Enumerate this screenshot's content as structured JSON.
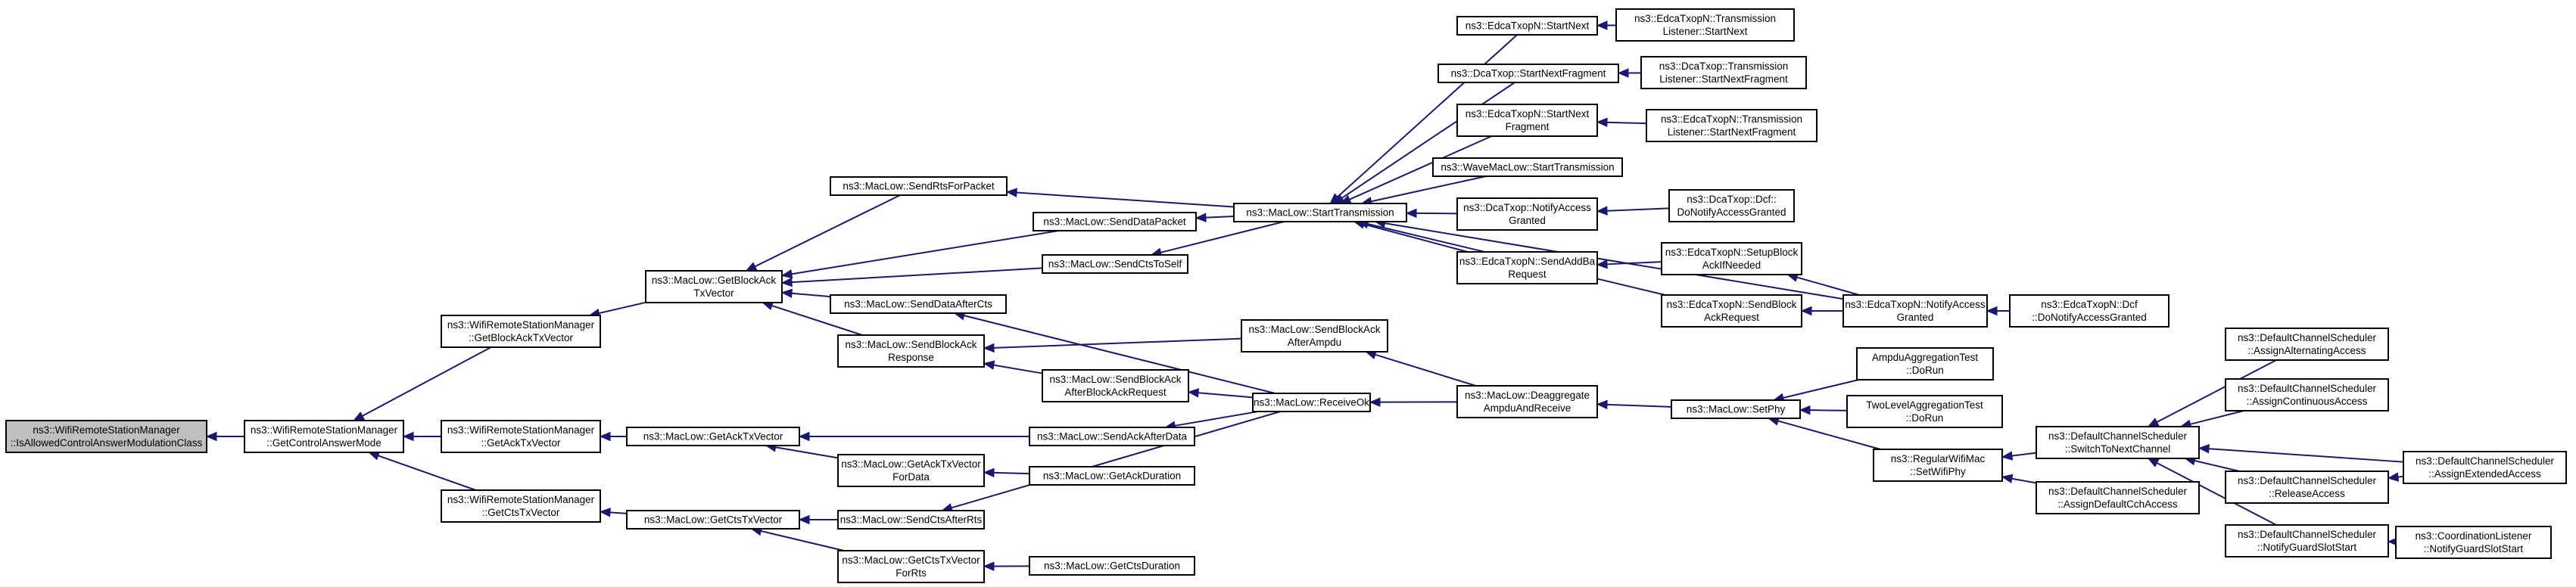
{
  "graph": {
    "nodes": [
      {
        "id": "root",
        "lines": [
          "ns3::WifiRemoteStationManager",
          "::IsAllowedControlAnswerModulationClass"
        ],
        "root": true
      },
      {
        "id": "getControlAnswerMode",
        "lines": [
          "ns3::WifiRemoteStationManager",
          "::GetControlAnswerMode"
        ]
      },
      {
        "id": "wrsmGetBlockAckTxVector",
        "lines": [
          "ns3::WifiRemoteStationManager",
          "::GetBlockAckTxVector"
        ]
      },
      {
        "id": "wrsmGetAckTxVector",
        "lines": [
          "ns3::WifiRemoteStationManager",
          "::GetAckTxVector"
        ]
      },
      {
        "id": "wrsmGetCtsTxVector",
        "lines": [
          "ns3::WifiRemoteStationManager",
          "::GetCtsTxVector"
        ]
      },
      {
        "id": "mlGetBlockAckTxVector",
        "lines": [
          "ns3::MacLow::GetBlockAck",
          "TxVector"
        ]
      },
      {
        "id": "mlGetAckTxVector",
        "lines": [
          "ns3::MacLow::GetAckTxVector"
        ]
      },
      {
        "id": "mlGetCtsTxVector",
        "lines": [
          "ns3::MacLow::GetCtsTxVector"
        ]
      },
      {
        "id": "sendRtsForPacket",
        "lines": [
          "ns3::MacLow::SendRtsForPacket"
        ]
      },
      {
        "id": "sendDataPacket",
        "lines": [
          "ns3::MacLow::SendDataPacket"
        ]
      },
      {
        "id": "sendCtsToSelf",
        "lines": [
          "ns3::MacLow::SendCtsToSelf"
        ]
      },
      {
        "id": "sendDataAfterCts",
        "lines": [
          "ns3::MacLow::SendDataAfterCts"
        ]
      },
      {
        "id": "sendBlockAckResponse",
        "lines": [
          "ns3::MacLow::SendBlockAck",
          "Response"
        ]
      },
      {
        "id": "sendBlockAckAfterBlockAckRequest",
        "lines": [
          "ns3::MacLow::SendBlockAck",
          "AfterBlockAckRequest"
        ]
      },
      {
        "id": "sendAckAfterData",
        "lines": [
          "ns3::MacLow::SendAckAfterData"
        ]
      },
      {
        "id": "getAckTxVectorForData",
        "lines": [
          "ns3::MacLow::GetAckTxVector",
          "ForData"
        ]
      },
      {
        "id": "getAckDuration",
        "lines": [
          "ns3::MacLow::GetAckDuration"
        ]
      },
      {
        "id": "sendCtsAfterRts",
        "lines": [
          "ns3::MacLow::SendCtsAfterRts"
        ]
      },
      {
        "id": "getCtsTxVectorForRts",
        "lines": [
          "ns3::MacLow::GetCtsTxVector",
          "ForRts"
        ]
      },
      {
        "id": "getCtsDuration",
        "lines": [
          "ns3::MacLow::GetCtsDuration"
        ]
      },
      {
        "id": "startTransmission",
        "lines": [
          "ns3::MacLow::StartTransmission"
        ]
      },
      {
        "id": "sendBlockAckAfterAmpdu",
        "lines": [
          "ns3::MacLow::SendBlockAck",
          "AfterAmpdu"
        ]
      },
      {
        "id": "receiveOk",
        "lines": [
          "ns3::MacLow::ReceiveOk"
        ]
      },
      {
        "id": "deaggregate",
        "lines": [
          "ns3::MacLow::Deaggregate",
          "AmpduAndReceive"
        ]
      },
      {
        "id": "edcaStartNext",
        "lines": [
          "ns3::EdcaTxopN::StartNext"
        ]
      },
      {
        "id": "dcaStartNextFragment",
        "lines": [
          "ns3::DcaTxop::StartNextFragment"
        ]
      },
      {
        "id": "edcaStartNextFragment",
        "lines": [
          "ns3::EdcaTxopN::StartNext",
          "Fragment"
        ]
      },
      {
        "id": "waveStartTransmission",
        "lines": [
          "ns3::WaveMacLow::StartTransmission"
        ]
      },
      {
        "id": "dcaNotifyAccessGranted",
        "lines": [
          "ns3::DcaTxop::NotifyAccess",
          "Granted"
        ]
      },
      {
        "id": "edcaSendAddBaRequest",
        "lines": [
          "ns3::EdcaTxopN::SendAddBa",
          "Request"
        ]
      },
      {
        "id": "edcaSetupBlockAck",
        "lines": [
          "ns3::EdcaTxopN::SetupBlock",
          "AckIfNeeded"
        ]
      },
      {
        "id": "edcaSendBlockAckRequest",
        "lines": [
          "ns3::EdcaTxopN::SendBlock",
          "AckRequest"
        ]
      },
      {
        "id": "edcaNotifyAccessGranted",
        "lines": [
          "ns3::EdcaTxopN::NotifyAccess",
          "Granted"
        ]
      },
      {
        "id": "edcaDcfDoNotify",
        "lines": [
          "ns3::EdcaTxopN::Dcf",
          "::DoNotifyAccessGranted"
        ]
      },
      {
        "id": "dcaDcfDoNotify",
        "lines": [
          "ns3::DcaTxop::Dcf::",
          "DoNotifyAccessGranted"
        ]
      },
      {
        "id": "edcaTLStartNext",
        "lines": [
          "ns3::EdcaTxopN::Transmission",
          "Listener::StartNext"
        ]
      },
      {
        "id": "dcaTLStartNextFragment",
        "lines": [
          "ns3::DcaTxop::Transmission",
          "Listener::StartNextFragment"
        ]
      },
      {
        "id": "edcaTLStartNextFragment",
        "lines": [
          "ns3::EdcaTxopN::Transmission",
          "Listener::StartNextFragment"
        ]
      },
      {
        "id": "setPhy",
        "lines": [
          "ns3::MacLow::SetPhy"
        ]
      },
      {
        "id": "ampduTest",
        "lines": [
          "AmpduAggregationTest",
          "::DoRun"
        ]
      },
      {
        "id": "twoLevelTest",
        "lines": [
          "TwoLevelAggregationTest",
          "::DoRun"
        ]
      },
      {
        "id": "regularSetWifiPhy",
        "lines": [
          "ns3::RegularWifiMac",
          "::SetWifiPhy"
        ]
      },
      {
        "id": "switchToNextChannel",
        "lines": [
          "ns3::DefaultChannelScheduler",
          "::SwitchToNextChannel"
        ]
      },
      {
        "id": "assignDefaultCch",
        "lines": [
          "ns3::DefaultChannelScheduler",
          "::AssignDefaultCchAccess"
        ]
      },
      {
        "id": "assignAlternating",
        "lines": [
          "ns3::DefaultChannelScheduler",
          "::AssignAlternatingAccess"
        ]
      },
      {
        "id": "assignContinuous",
        "lines": [
          "ns3::DefaultChannelScheduler",
          "::AssignContinuousAccess"
        ]
      },
      {
        "id": "releaseAccess",
        "lines": [
          "ns3::DefaultChannelScheduler",
          "::ReleaseAccess"
        ]
      },
      {
        "id": "notifyGuardSlotStart",
        "lines": [
          "ns3::DefaultChannelScheduler",
          "::NotifyGuardSlotStart"
        ]
      },
      {
        "id": "assignExtended",
        "lines": [
          "ns3::DefaultChannelScheduler",
          "::AssignExtendedAccess"
        ]
      },
      {
        "id": "coordNotifyGuard",
        "lines": [
          "ns3::CoordinationListener",
          "::NotifyGuardSlotStart"
        ]
      }
    ],
    "edges": [
      [
        "getControlAnswerMode",
        "root"
      ],
      [
        "wrsmGetBlockAckTxVector",
        "getControlAnswerMode"
      ],
      [
        "wrsmGetAckTxVector",
        "getControlAnswerMode"
      ],
      [
        "wrsmGetCtsTxVector",
        "getControlAnswerMode"
      ],
      [
        "mlGetBlockAckTxVector",
        "wrsmGetBlockAckTxVector"
      ],
      [
        "mlGetAckTxVector",
        "wrsmGetAckTxVector"
      ],
      [
        "mlGetCtsTxVector",
        "wrsmGetCtsTxVector"
      ],
      [
        "sendRtsForPacket",
        "mlGetBlockAckTxVector"
      ],
      [
        "sendDataPacket",
        "mlGetBlockAckTxVector"
      ],
      [
        "sendCtsToSelf",
        "mlGetBlockAckTxVector"
      ],
      [
        "sendDataAfterCts",
        "mlGetBlockAckTxVector"
      ],
      [
        "sendBlockAckResponse",
        "mlGetBlockAckTxVector"
      ],
      [
        "sendBlockAckAfterAmpdu",
        "sendBlockAckResponse"
      ],
      [
        "sendBlockAckAfterBlockAckRequest",
        "sendBlockAckResponse"
      ],
      [
        "sendAckAfterData",
        "mlGetAckTxVector"
      ],
      [
        "getAckTxVectorForData",
        "mlGetAckTxVector"
      ],
      [
        "getAckDuration",
        "getAckTxVectorForData"
      ],
      [
        "sendCtsAfterRts",
        "mlGetCtsTxVector"
      ],
      [
        "getCtsTxVectorForRts",
        "mlGetCtsTxVector"
      ],
      [
        "getCtsDuration",
        "getCtsTxVectorForRts"
      ],
      [
        "startTransmission",
        "sendRtsForPacket"
      ],
      [
        "startTransmission",
        "sendDataPacket"
      ],
      [
        "startTransmission",
        "sendCtsToSelf"
      ],
      [
        "receiveOk",
        "sendDataAfterCts"
      ],
      [
        "receiveOk",
        "sendBlockAckAfterBlockAckRequest"
      ],
      [
        "receiveOk",
        "sendAckAfterData"
      ],
      [
        "receiveOk",
        "sendCtsAfterRts"
      ],
      [
        "deaggregate",
        "sendBlockAckAfterAmpdu"
      ],
      [
        "deaggregate",
        "receiveOk"
      ],
      [
        "setPhy",
        "deaggregate"
      ],
      [
        "edcaStartNext",
        "startTransmission"
      ],
      [
        "dcaStartNextFragment",
        "startTransmission"
      ],
      [
        "edcaStartNextFragment",
        "startTransmission"
      ],
      [
        "waveStartTransmission",
        "startTransmission"
      ],
      [
        "dcaNotifyAccessGranted",
        "startTransmission"
      ],
      [
        "edcaSendAddBaRequest",
        "startTransmission"
      ],
      [
        "edcaSendBlockAckRequest",
        "startTransmission"
      ],
      [
        "edcaNotifyAccessGranted",
        "startTransmission"
      ],
      [
        "edcaTLStartNext",
        "edcaStartNext"
      ],
      [
        "dcaTLStartNextFragment",
        "dcaStartNextFragment"
      ],
      [
        "edcaTLStartNextFragment",
        "edcaStartNextFragment"
      ],
      [
        "dcaDcfDoNotify",
        "dcaNotifyAccessGranted"
      ],
      [
        "edcaSetupBlockAck",
        "edcaSendAddBaRequest"
      ],
      [
        "edcaNotifyAccessGranted",
        "edcaSetupBlockAck"
      ],
      [
        "edcaNotifyAccessGranted",
        "edcaSendBlockAckRequest"
      ],
      [
        "edcaDcfDoNotify",
        "edcaNotifyAccessGranted"
      ],
      [
        "ampduTest",
        "setPhy"
      ],
      [
        "twoLevelTest",
        "setPhy"
      ],
      [
        "regularSetWifiPhy",
        "setPhy"
      ],
      [
        "switchToNextChannel",
        "regularSetWifiPhy"
      ],
      [
        "assignDefaultCch",
        "regularSetWifiPhy"
      ],
      [
        "assignAlternating",
        "switchToNextChannel"
      ],
      [
        "assignContinuous",
        "switchToNextChannel"
      ],
      [
        "releaseAccess",
        "switchToNextChannel"
      ],
      [
        "assignExtended",
        "switchToNextChannel"
      ],
      [
        "notifyGuardSlotStart",
        "switchToNextChannel"
      ],
      [
        "assignExtended",
        "releaseAccess"
      ],
      [
        "coordNotifyGuard",
        "notifyGuardSlotStart"
      ]
    ]
  }
}
